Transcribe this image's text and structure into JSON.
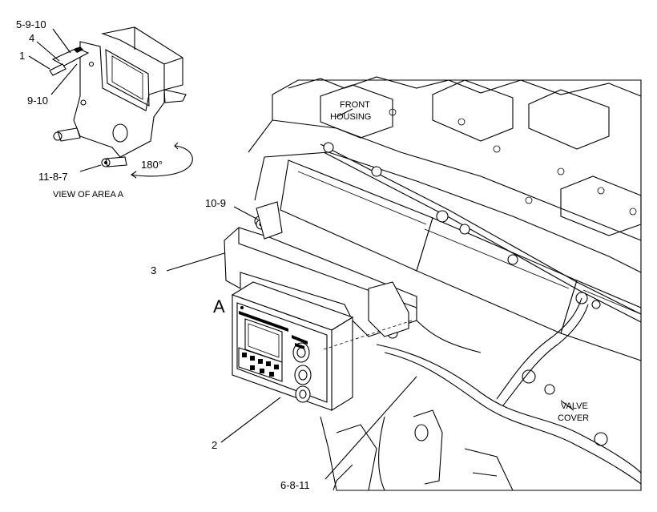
{
  "callouts": {
    "c_5_9_10": "5-9-10",
    "c_4": "4",
    "c_1": "1",
    "c_9_10": "9-10",
    "c_11_8_7": "11-8-7",
    "c_10_9": "10-9",
    "c_3": "3",
    "c_2": "2",
    "c_6_8_11": "6-8-11"
  },
  "labels": {
    "view_of_area": "VIEW OF AREA  A",
    "rotation": "180°",
    "area_marker": "A",
    "front_housing_line1": "FRONT",
    "front_housing_line2": "HOUSING",
    "valve_cover_line1": "VALVE",
    "valve_cover_line2": "COVER"
  }
}
